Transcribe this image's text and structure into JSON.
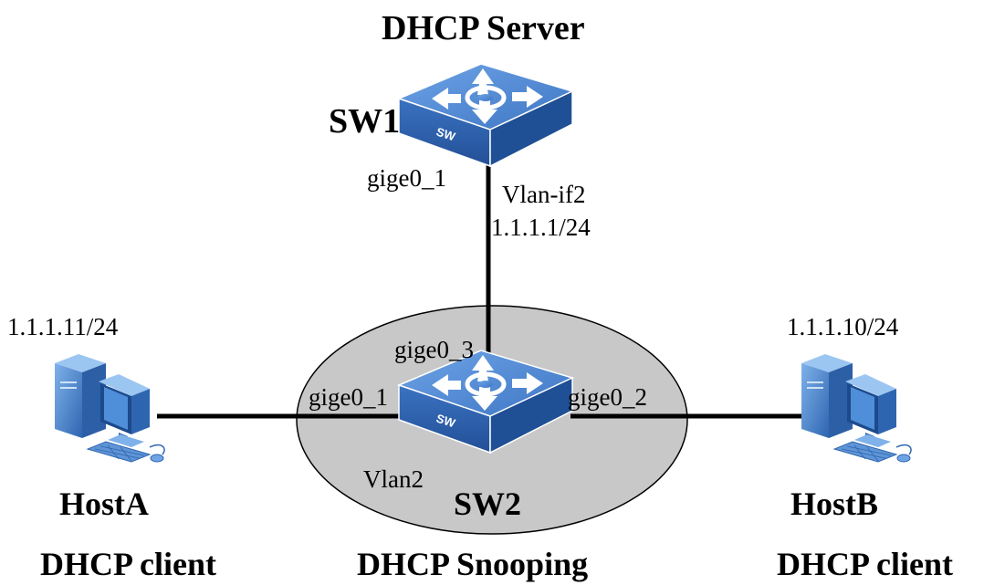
{
  "labels": {
    "dhcp_server": "DHCP Server",
    "sw1": "SW1",
    "sw1_port": "gige0_1",
    "sw1_vlanif": "Vlan-if2",
    "sw1_ip": "1.1.1.1/24",
    "hosta_ip": "1.1.1.11/24",
    "hostb_ip": "1.1.1.10/24",
    "sw2_port3": "gige0_3",
    "sw2_port1": "gige0_1",
    "sw2_port2": "gige0_2",
    "sw2_vlan": "Vlan2",
    "sw2": "SW2",
    "hosta": "HostA",
    "hostb": "HostB",
    "hosta_role": "DHCP client",
    "sw2_role": "DHCP Snooping",
    "hostb_role": "DHCP client"
  },
  "devices": {
    "sw1_badge": "SW",
    "sw2_badge": "SW"
  },
  "colors": {
    "switch_top": "#4f87d1",
    "switch_front": "#2f66b3",
    "switch_side": "#1f4f94",
    "snooping_zone": "#c8c8c8",
    "link": "#000000"
  },
  "icons": [
    "switch-icon",
    "computer-icon"
  ]
}
